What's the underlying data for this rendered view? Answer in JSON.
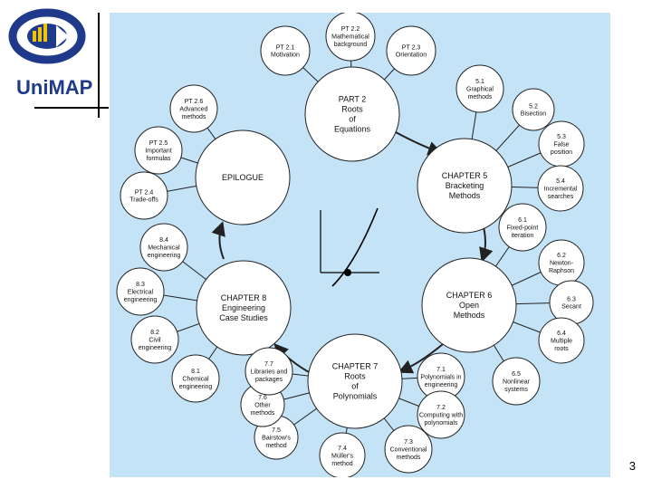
{
  "logo": {
    "brand_text": "UniMAP",
    "brand_color": "#1f3a8a",
    "accent_color": "#f2c400"
  },
  "page_number": "3",
  "colors": {
    "panel_bg": "#c4e3f7",
    "circle_fill": "#ffffff",
    "stroke": "#222222"
  },
  "big_circles": [
    {
      "id": "part2",
      "lines": [
        "PART 2",
        "Roots",
        "of",
        "Equations"
      ]
    },
    {
      "id": "ch5",
      "lines": [
        "CHAPTER 5",
        "Bracketing",
        "Methods"
      ]
    },
    {
      "id": "ch6",
      "lines": [
        "CHAPTER 6",
        "Open",
        "Methods"
      ]
    },
    {
      "id": "ch7",
      "lines": [
        "CHAPTER 7",
        "Roots",
        "of",
        "Polynomials"
      ]
    },
    {
      "id": "ch8",
      "lines": [
        "CHAPTER 8",
        "Engineering",
        "Case Studies"
      ]
    },
    {
      "id": "epilogue",
      "lines": [
        "EPILOGUE"
      ]
    }
  ],
  "small_circles": [
    {
      "id": "pt21",
      "parent": "part2",
      "lines": [
        "PT 2.1",
        "Motivation"
      ]
    },
    {
      "id": "pt22",
      "parent": "part2",
      "lines": [
        "PT 2.2",
        "Mathematical",
        "background"
      ]
    },
    {
      "id": "pt23",
      "parent": "part2",
      "lines": [
        "PT 2.3",
        "Orientation"
      ]
    },
    {
      "id": "s51",
      "parent": "ch5",
      "lines": [
        "5.1",
        "Graphical",
        "methods"
      ]
    },
    {
      "id": "s52",
      "parent": "ch5",
      "lines": [
        "5.2",
        "Bisection"
      ]
    },
    {
      "id": "s53",
      "parent": "ch5",
      "lines": [
        "5.3",
        "False",
        "position"
      ]
    },
    {
      "id": "s54",
      "parent": "ch5",
      "lines": [
        "5.4",
        "Incremental",
        "searches"
      ]
    },
    {
      "id": "s61",
      "parent": "ch6",
      "lines": [
        "6.1",
        "Fixed-point",
        "iteration"
      ]
    },
    {
      "id": "s62",
      "parent": "ch6",
      "lines": [
        "6.2",
        "Newton-",
        "Raphson"
      ]
    },
    {
      "id": "s63",
      "parent": "ch6",
      "lines": [
        "6.3",
        "Secant"
      ]
    },
    {
      "id": "s64",
      "parent": "ch6",
      "lines": [
        "6.4",
        "Multiple",
        "roots"
      ]
    },
    {
      "id": "s65",
      "parent": "ch6",
      "lines": [
        "6.5",
        "Nonlinear",
        "systems"
      ]
    },
    {
      "id": "s71",
      "parent": "ch7",
      "lines": [
        "7.1",
        "Polynomials in",
        "engineering"
      ]
    },
    {
      "id": "s72",
      "parent": "ch7",
      "lines": [
        "7.2",
        "Computing with",
        "polynomials"
      ]
    },
    {
      "id": "s73",
      "parent": "ch7",
      "lines": [
        "7.3",
        "Conventional",
        "methods"
      ]
    },
    {
      "id": "s74",
      "parent": "ch7",
      "lines": [
        "7.4",
        "Müller's",
        "method"
      ]
    },
    {
      "id": "s75",
      "parent": "ch7",
      "lines": [
        "7.5",
        "Bairstow's",
        "method"
      ]
    },
    {
      "id": "s76",
      "parent": "ch7",
      "lines": [
        "7.6",
        "Other",
        "methods"
      ]
    },
    {
      "id": "s77",
      "parent": "ch7",
      "lines": [
        "7.7",
        "Libraries and",
        "packages"
      ]
    },
    {
      "id": "s81",
      "parent": "ch8",
      "lines": [
        "8.1",
        "Chemical",
        "engineering"
      ]
    },
    {
      "id": "s82",
      "parent": "ch8",
      "lines": [
        "8.2",
        "Civil",
        "engineering"
      ]
    },
    {
      "id": "s83",
      "parent": "ch8",
      "lines": [
        "8.3",
        "Electrical",
        "engineering"
      ]
    },
    {
      "id": "s84",
      "parent": "ch8",
      "lines": [
        "8.4",
        "Mechanical",
        "engineering"
      ]
    },
    {
      "id": "pt24",
      "parent": "epilogue",
      "lines": [
        "PT 2.4",
        "Trade-offs"
      ]
    },
    {
      "id": "pt25",
      "parent": "epilogue",
      "lines": [
        "PT 2.5",
        "Important",
        "formulas"
      ]
    },
    {
      "id": "pt26",
      "parent": "epilogue",
      "lines": [
        "PT 2.6",
        "Advanced",
        "methods"
      ]
    }
  ]
}
